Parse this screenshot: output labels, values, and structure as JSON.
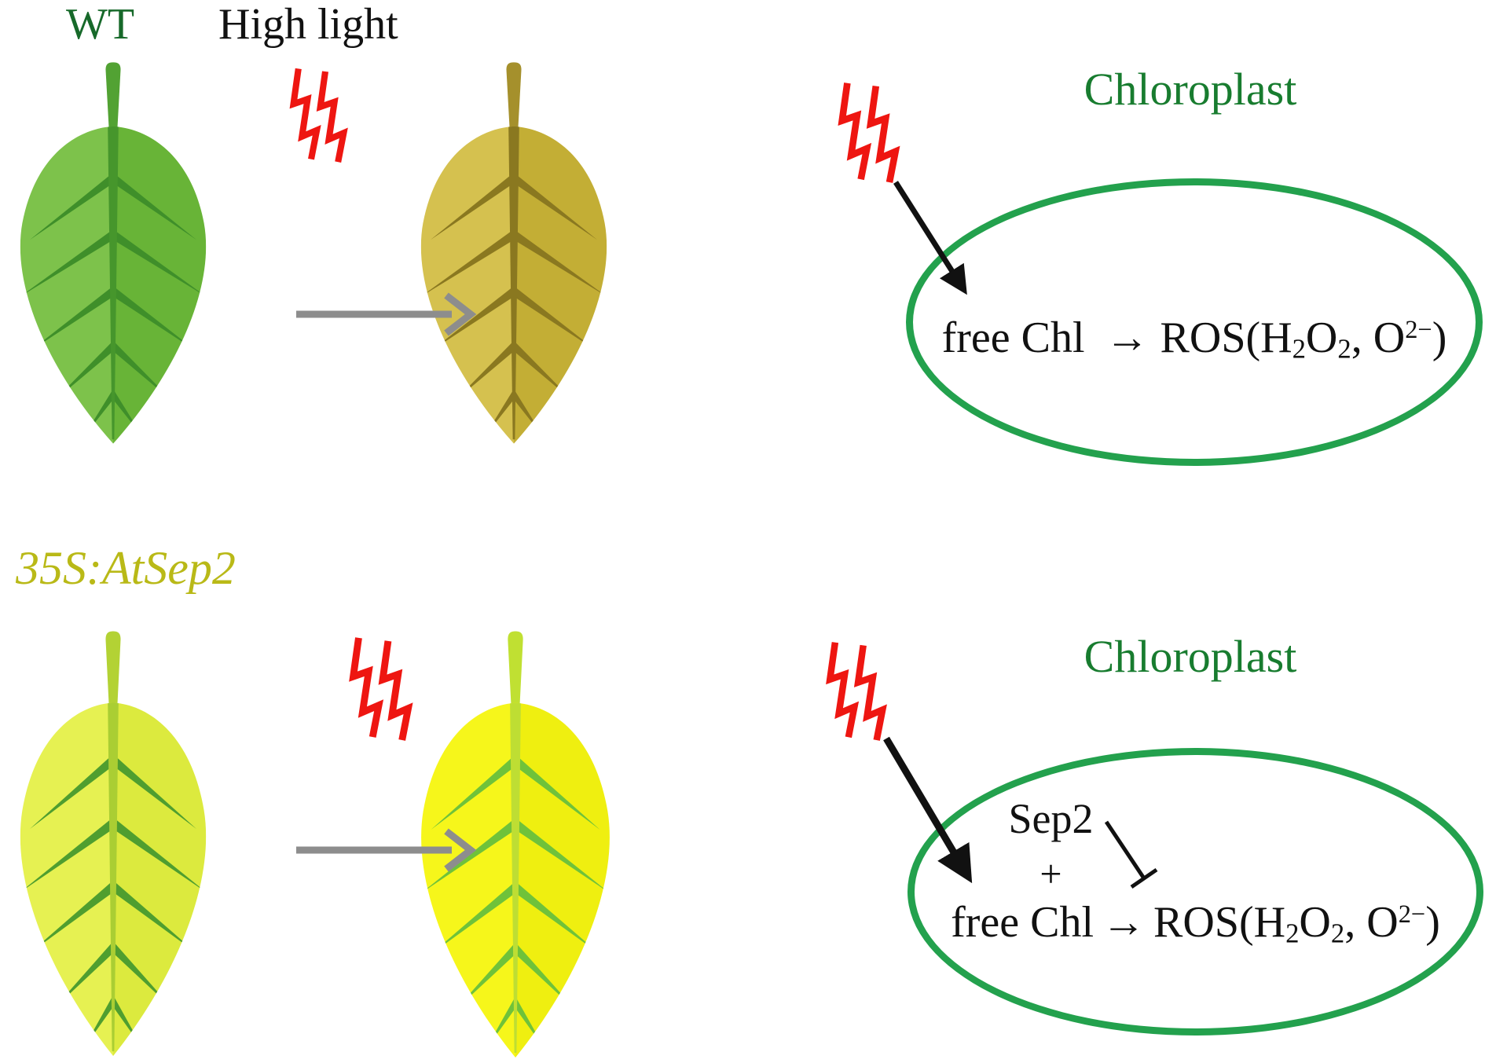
{
  "palette": {
    "bolt_red": "#ee1611",
    "arrow_gray": "#8d8d8d",
    "black": "#111111",
    "ellipse_green": "#23a14d",
    "title_green": "#187c2f",
    "wt_green": "#17692a",
    "sep2_yellow": "#b9b917"
  },
  "header": {
    "wt_label": "WT",
    "high_light_label": "High light"
  },
  "wt_row": {
    "chloroplast_title": "Chloroplast"
  },
  "sep2_row": {
    "genotype_label": "35S:AtSep2",
    "chloroplast_title": "Chloroplast",
    "sep2_label": "Sep2",
    "plus_sign": "+"
  },
  "ros_formula": {
    "reactant": "free Chl",
    "arrow": "→",
    "product_head": "ROS(H",
    "sub1": "2",
    "product_o": "O",
    "sub2": "2",
    "product_tail": ", O",
    "superscript": "2−",
    "close_paren": ")"
  },
  "leaves": {
    "wt_before": {
      "bl": "#7dc24b",
      "bd": "#68b437",
      "vn": "#3f8f2a",
      "mr": "#46962c",
      "st": "#52a233"
    },
    "wt_after": {
      "bl": "#d5c14f",
      "bd": "#c3ae35",
      "vn": "#8a7820",
      "mr": "#8a7820",
      "st": "#a5902c"
    },
    "sep2_before": {
      "bl": "#e6f152",
      "bd": "#dcea3e",
      "vn": "#4f9e2f",
      "mr": "#aace33",
      "st": "#b3d234"
    },
    "sep2_after": {
      "bl": "#f6f61b",
      "bd": "#efef10",
      "vn": "#6fc23a",
      "mr": "#bede33",
      "st": "#c0e032"
    }
  }
}
